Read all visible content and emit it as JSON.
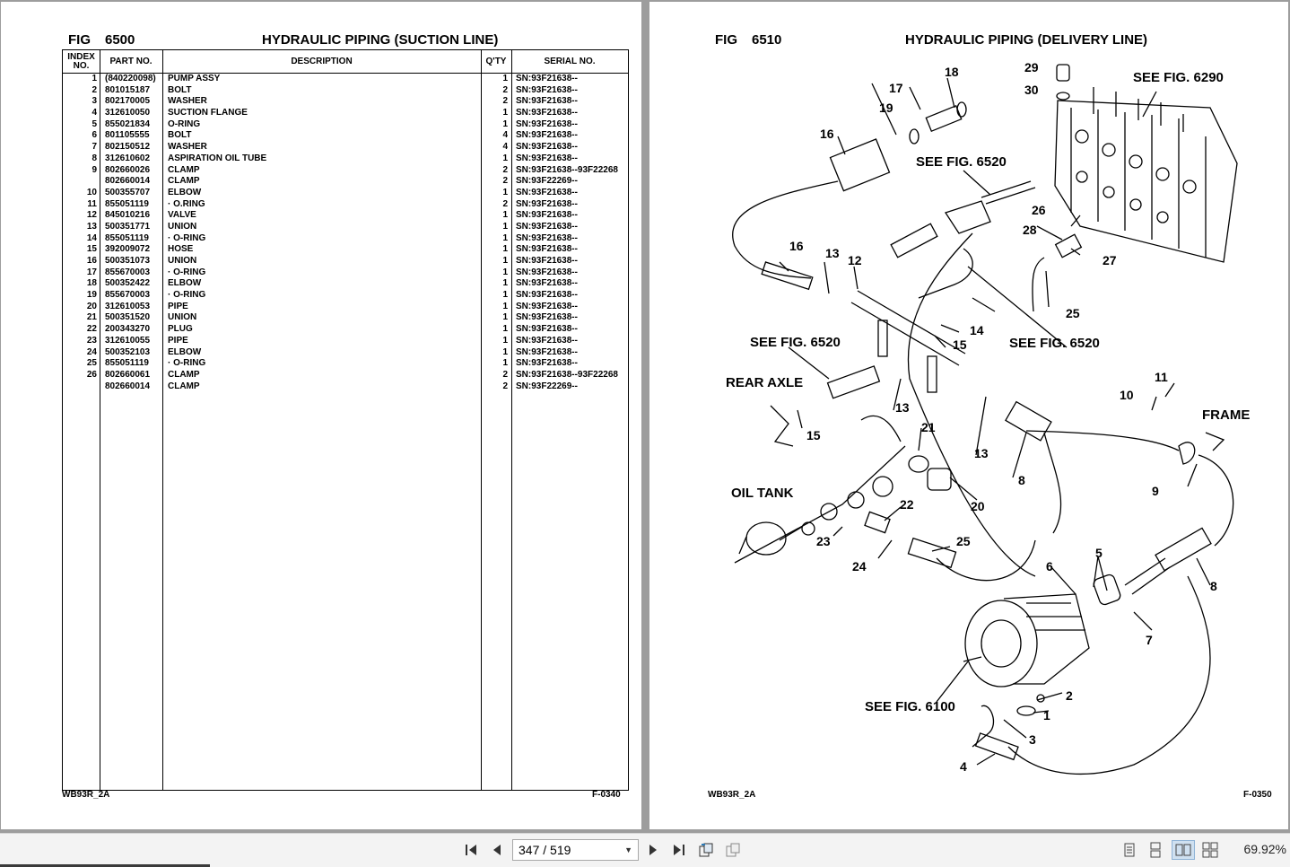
{
  "left_page": {
    "fig_label": "FIG",
    "fig_number": "6500",
    "title": "HYDRAULIC PIPING (SUCTION LINE)",
    "headers": {
      "index": "INDEX NO.",
      "part_no": "PART NO.",
      "description": "DESCRIPTION",
      "qty": "Q'TY",
      "serial": "SERIAL NO."
    },
    "rows": [
      {
        "idx": "1",
        "part": "(840220098)",
        "desc": "PUMP ASSY",
        "qty": "1",
        "serial": "SN:93F21638--"
      },
      {
        "idx": "2",
        "part": "801015187",
        "desc": "BOLT",
        "qty": "2",
        "serial": "SN:93F21638--"
      },
      {
        "idx": "3",
        "part": "802170005",
        "desc": "WASHER",
        "qty": "2",
        "serial": "SN:93F21638--"
      },
      {
        "idx": "4",
        "part": "312610050",
        "desc": "SUCTION FLANGE",
        "qty": "1",
        "serial": "SN:93F21638--"
      },
      {
        "idx": "5",
        "part": "855021834",
        "desc": "O-RING",
        "qty": "1",
        "serial": "SN:93F21638--"
      },
      {
        "idx": "6",
        "part": "801105555",
        "desc": "BOLT",
        "qty": "4",
        "serial": "SN:93F21638--"
      },
      {
        "idx": "7",
        "part": "802150512",
        "desc": "WASHER",
        "qty": "4",
        "serial": "SN:93F21638--"
      },
      {
        "idx": "8",
        "part": "312610602",
        "desc": "ASPIRATION OIL TUBE",
        "qty": "1",
        "serial": "SN:93F21638--"
      },
      {
        "idx": "9",
        "part": "802660026",
        "desc": "CLAMP",
        "qty": "2",
        "serial": "SN:93F21638--93F22268"
      },
      {
        "idx": "",
        "part": "802660014",
        "desc": "CLAMP",
        "qty": "2",
        "serial": "SN:93F22269--"
      },
      {
        "idx": "10",
        "part": "500355707",
        "desc": "ELBOW",
        "qty": "1",
        "serial": "SN:93F21638--"
      },
      {
        "idx": "11",
        "part": "855051119",
        "desc": "· O.RING",
        "qty": "2",
        "serial": "SN:93F21638--"
      },
      {
        "idx": "12",
        "part": "845010216",
        "desc": "VALVE",
        "qty": "1",
        "serial": "SN:93F21638--"
      },
      {
        "idx": "13",
        "part": "500351771",
        "desc": "UNION",
        "qty": "1",
        "serial": "SN:93F21638--"
      },
      {
        "idx": "14",
        "part": "855051119",
        "desc": "· O-RING",
        "qty": "1",
        "serial": "SN:93F21638--"
      },
      {
        "idx": "15",
        "part": "392009072",
        "desc": "HOSE",
        "qty": "1",
        "serial": "SN:93F21638--"
      },
      {
        "idx": "16",
        "part": "500351073",
        "desc": "UNION",
        "qty": "1",
        "serial": "SN:93F21638--"
      },
      {
        "idx": "17",
        "part": "855670003",
        "desc": "· O-RING",
        "qty": "1",
        "serial": "SN:93F21638--"
      },
      {
        "idx": "18",
        "part": "500352422",
        "desc": "ELBOW",
        "qty": "1",
        "serial": "SN:93F21638--"
      },
      {
        "idx": "19",
        "part": "855670003",
        "desc": "· O-RING",
        "qty": "1",
        "serial": "SN:93F21638--"
      },
      {
        "idx": "20",
        "part": "312610053",
        "desc": "PIPE",
        "qty": "1",
        "serial": "SN:93F21638--"
      },
      {
        "idx": "21",
        "part": "500351520",
        "desc": "UNION",
        "qty": "1",
        "serial": "SN:93F21638--"
      },
      {
        "idx": "22",
        "part": "200343270",
        "desc": "PLUG",
        "qty": "1",
        "serial": "SN:93F21638--"
      },
      {
        "idx": "23",
        "part": "312610055",
        "desc": "PIPE",
        "qty": "1",
        "serial": "SN:93F21638--"
      },
      {
        "idx": "24",
        "part": "500352103",
        "desc": "ELBOW",
        "qty": "1",
        "serial": "SN:93F21638--"
      },
      {
        "idx": "25",
        "part": "855051119",
        "desc": "· O-RING",
        "qty": "1",
        "serial": "SN:93F21638--"
      },
      {
        "idx": "26",
        "part": "802660061",
        "desc": "CLAMP",
        "qty": "2",
        "serial": "SN:93F21638--93F22268"
      },
      {
        "idx": "",
        "part": "802660014",
        "desc": "CLAMP",
        "qty": "2",
        "serial": "SN:93F22269--"
      }
    ],
    "footer_left": "WB93R_2A",
    "footer_right": "F-0340"
  },
  "right_page": {
    "fig_label": "FIG",
    "fig_number": "6510",
    "title": "HYDRAULIC PIPING (DELIVERY LINE)",
    "callouts": {
      "n1": "1",
      "n2": "2",
      "n3": "3",
      "n4": "4",
      "n5": "5",
      "n6": "6",
      "n7": "7",
      "n8a": "8",
      "n8b": "8",
      "n9": "9",
      "n10": "10",
      "n11": "11",
      "n12": "12",
      "n13a": "13",
      "n13b": "13",
      "n13c": "13",
      "n14": "14",
      "n15a": "15",
      "n15b": "15",
      "n16a": "16",
      "n16b": "16",
      "n17": "17",
      "n18": "18",
      "n19": "19",
      "n20": "20",
      "n21": "21",
      "n22": "22",
      "n23": "23",
      "n24": "24",
      "n25a": "25",
      "n25b": "25",
      "n26": "26",
      "n27": "27",
      "n28": "28",
      "n29": "29",
      "n30": "30"
    },
    "refs": {
      "see_6290": "SEE FIG. 6290",
      "see_6520_top": "SEE FIG. 6520",
      "see_6520_left": "SEE FIG. 6520",
      "see_6520_right": "SEE FIG. 6520",
      "see_6100": "SEE FIG. 6100",
      "rear_axle": "REAR AXLE",
      "oil_tank": "OIL TANK",
      "frame": "FRAME"
    },
    "footer_left": "WB93R_2A",
    "footer_right": "F-0350"
  },
  "toolbar": {
    "page_indicator": "347 / 519",
    "zoom": "69.92%",
    "icons": [
      "first-page-icon",
      "prev-page-icon",
      "next-page-icon",
      "last-page-icon",
      "rotate-icon",
      "fit-page-icon",
      "single-page-icon",
      "continuous-icon",
      "two-page-icon",
      "two-page-continuous-icon"
    ]
  }
}
